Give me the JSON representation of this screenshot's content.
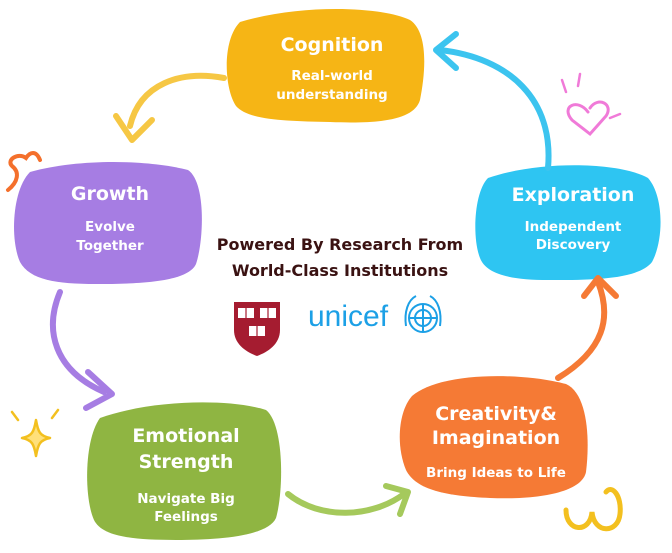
{
  "center": {
    "line1": "Powered By Research From",
    "line2": "World-Class Institutions"
  },
  "logos": {
    "harvard_shield": "harvard-shield-logo",
    "unicef_text": "unicef",
    "unicef_emblem": "unicef-emblem-logo"
  },
  "stages": {
    "cognition": {
      "title": "Cognition",
      "sub1": "Real-world",
      "sub2": "understanding",
      "color": "#f6b515"
    },
    "exploration": {
      "title": "Exploration",
      "sub1": "Independent",
      "sub2": "Discovery",
      "color": "#2ec5f2"
    },
    "creativity": {
      "title1": "Creativity&",
      "title2": "Imagination",
      "sub1": "Bring Ideas to Life",
      "color": "#f57a35"
    },
    "emotional": {
      "title1": "Emotional",
      "title2": "Strength",
      "sub1": "Navigate Big",
      "sub2": "Feelings",
      "color": "#8fb542"
    },
    "growth": {
      "title": "Growth",
      "sub1": "Evolve",
      "sub2": "Together",
      "color": "#a67de3"
    }
  },
  "arrow_colors": {
    "cognition_to_growth": "#f6c744",
    "growth_to_emotional": "#a67de3",
    "emotional_to_creativity": "#a5c95c",
    "creativity_to_exploration": "#f57a35",
    "exploration_to_cognition": "#3cc4ef"
  }
}
